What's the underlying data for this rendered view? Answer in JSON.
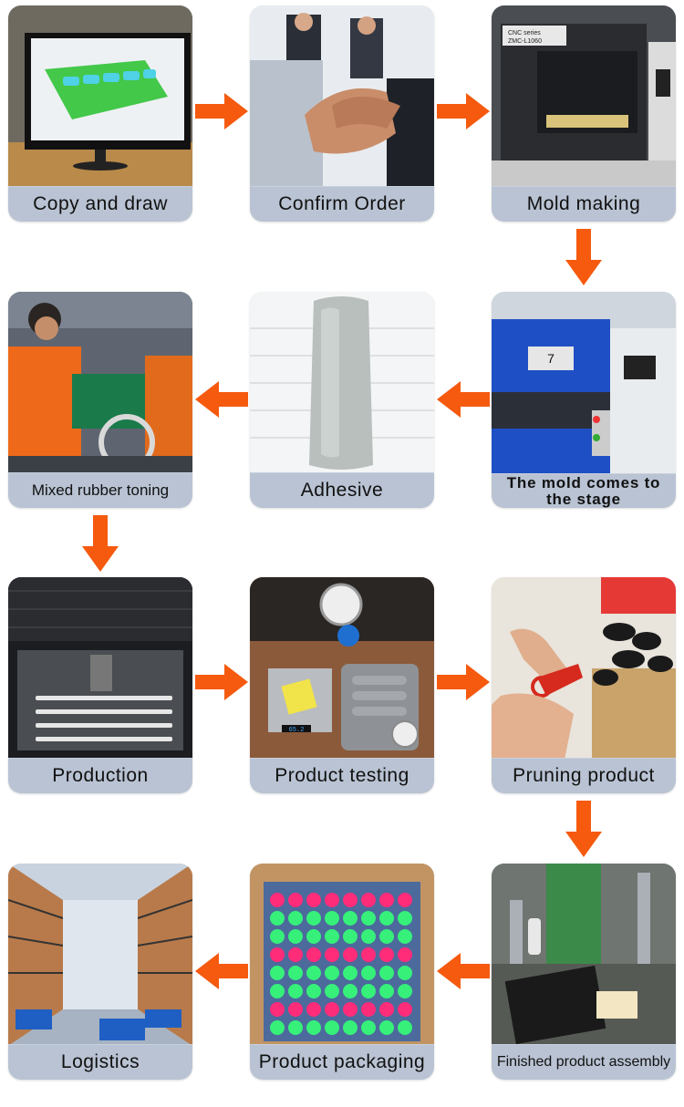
{
  "steps": [
    {
      "label": "Copy and draw"
    },
    {
      "label": "Confirm Order"
    },
    {
      "label": "Mold making"
    },
    {
      "label": "The mold comes to the stage"
    },
    {
      "label": "Adhesive"
    },
    {
      "label": "Mixed rubber toning"
    },
    {
      "label": "Production"
    },
    {
      "label": "Product testing"
    },
    {
      "label": "Pruning product"
    },
    {
      "label": "Finished product assembly"
    },
    {
      "label": "Product packaging"
    },
    {
      "label": "Logistics"
    }
  ],
  "colors": {
    "arrow": "#f55a0f",
    "label_bg": "#b9c3d3"
  },
  "machine_screen": {
    "cnc": "CNC series\nZMC-L1060",
    "number": "7"
  },
  "scale_readout": "65.2"
}
